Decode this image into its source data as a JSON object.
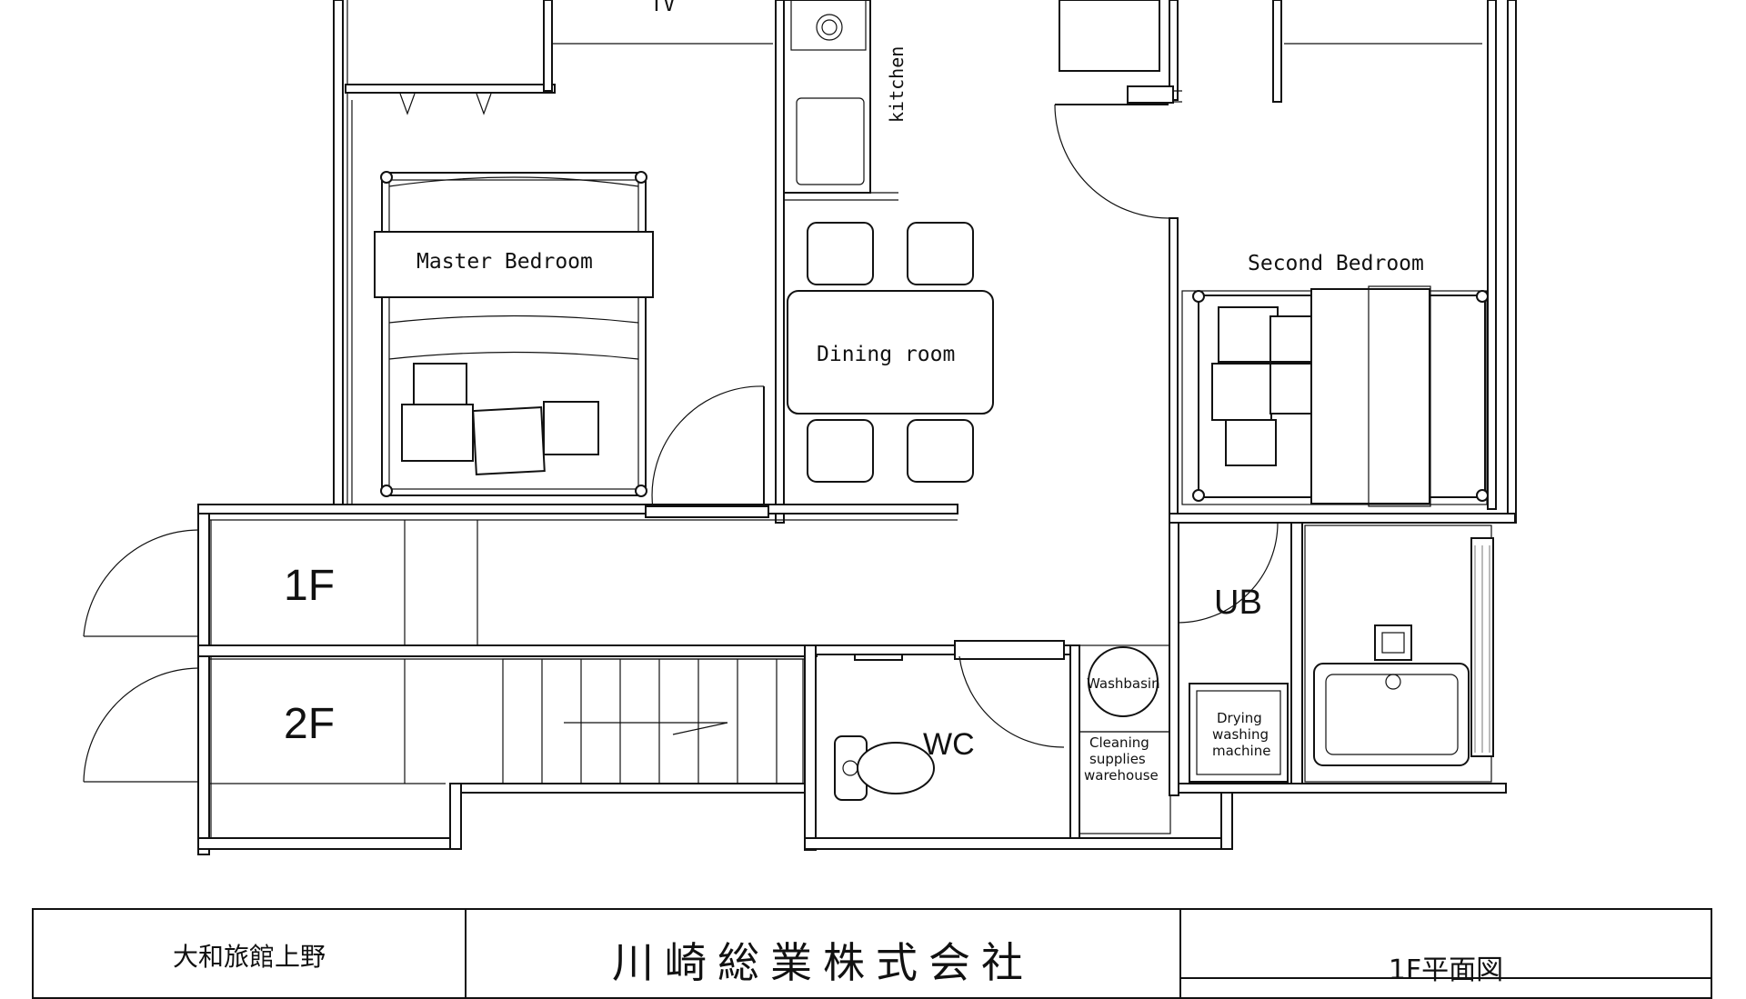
{
  "rooms": {
    "tv": "TV",
    "kitchen": "kitchen",
    "master_bedroom": "Master Bedroom",
    "dining_room": "Dining room",
    "second_bedroom": "Second Bedroom",
    "first_floor": "1F",
    "second_floor": "2F",
    "unit_bath": "UB",
    "wc": "WC",
    "washbasin": "Washbasin",
    "drying_washing_machine": [
      "Drying",
      "washing",
      "machine"
    ],
    "cleaning_supplies_warehouse": [
      "Cleaning",
      "supplies",
      "warehouse"
    ]
  },
  "title_block": {
    "property_name": "大和旅館上野",
    "company_name": "川崎総業株式会社",
    "drawing_title": "1F平面図"
  }
}
